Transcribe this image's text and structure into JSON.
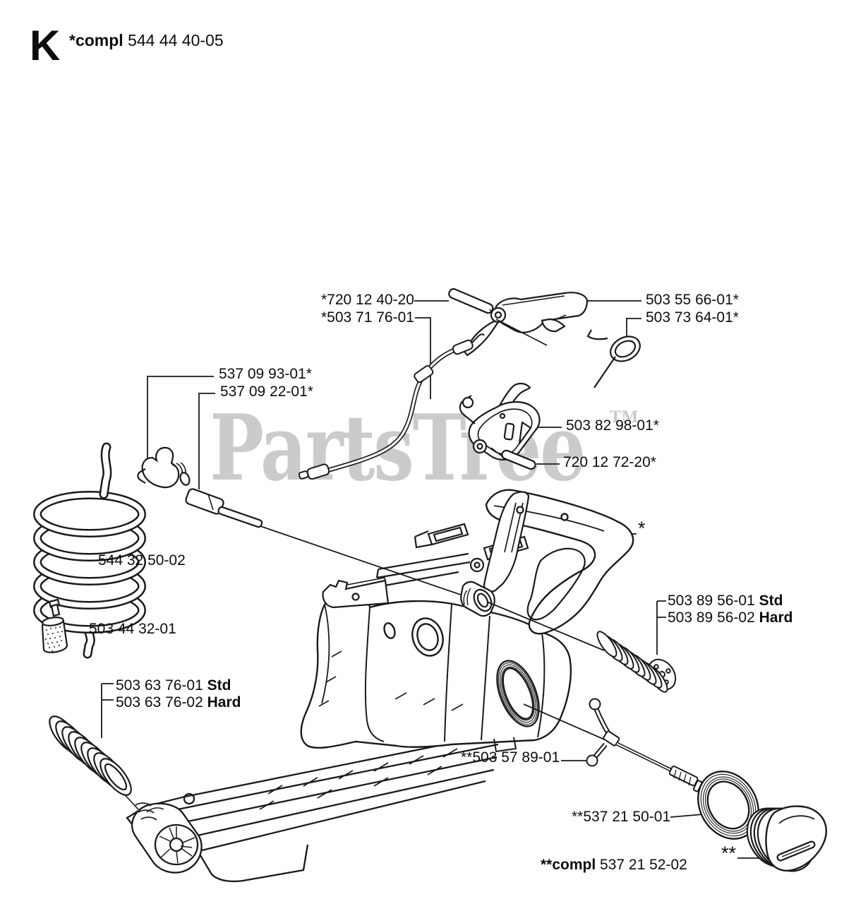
{
  "colors": {
    "background": "#ffffff",
    "line": "#1a1a1a",
    "watermark": "#cbcbcb"
  },
  "header": {
    "section_letter": "K",
    "assembly_prefix": "*compl",
    "assembly_number": "544 44 40-05"
  },
  "watermark": {
    "text": "PartsTree",
    "tm": "TM"
  },
  "diagram": {
    "description": "Exploded chainsaw fuel tank / rear handle assembly line drawing",
    "labels": [
      {
        "text": "*720 12 40-20"
      },
      {
        "text": "*503 71 76-01"
      },
      {
        "text": "503 55 66-01*"
      },
      {
        "text": "503 73 64-01*"
      },
      {
        "text": "537 09 93-01*"
      },
      {
        "text": "537 09 22-01*"
      },
      {
        "text": "503 82 98-01*"
      },
      {
        "text": "720 12 72-20*"
      },
      {
        "text": "544 32 50-02"
      },
      {
        "text": "503 44 32-01"
      },
      {
        "text": "*"
      },
      {
        "text": "503 89 56-01 ",
        "suffix": "Std"
      },
      {
        "text": "503 89 56-02 ",
        "suffix": "Hard"
      },
      {
        "text": "503 63 76-01 ",
        "suffix": "Std"
      },
      {
        "text": "503 63 76-02 ",
        "suffix": "Hard"
      },
      {
        "text": "**503 57 89-01"
      },
      {
        "text": "**537 21 50-01"
      },
      {
        "text": "**"
      },
      {
        "prefix": "**compl",
        "text": " 537 21 52-02"
      }
    ]
  }
}
